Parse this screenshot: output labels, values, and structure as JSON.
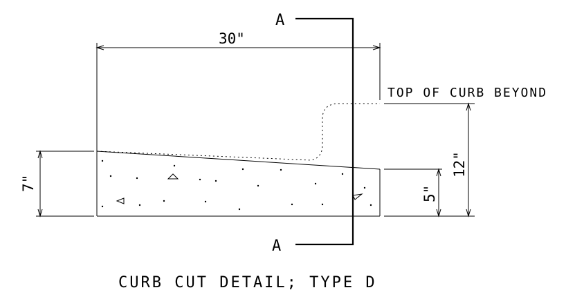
{
  "section_labels": {
    "top": "A",
    "bottom": "A"
  },
  "dimensions": {
    "width": "30\"",
    "left_height": "7\"",
    "right_low": "5\"",
    "right_total": "12\""
  },
  "notes": {
    "top_of_curb": "TOP OF CURB BEYOND"
  },
  "title": "CURB CUT DETAIL; TYPE D"
}
